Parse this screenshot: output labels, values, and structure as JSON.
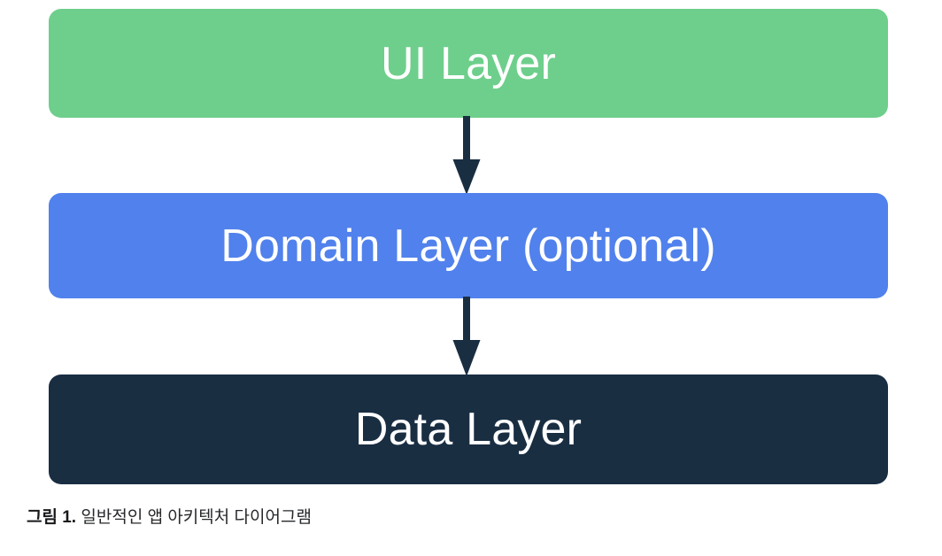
{
  "figure": {
    "background_color": "#ffffff",
    "caption": {
      "number": "그림 1.",
      "text": " 일반적인 앱 아키텍처 다이어그램"
    },
    "layers": [
      {
        "id": "ui-layer",
        "label": "UI Layer",
        "fill_color": "#6ECF8C",
        "text_color": "#ffffff"
      },
      {
        "id": "domain-layer",
        "label": "Domain Layer (optional)",
        "fill_color": "#5181EC",
        "text_color": "#ffffff"
      },
      {
        "id": "data-layer",
        "label": "Data Layer",
        "fill_color": "#1A2E42",
        "text_color": "#ffffff"
      }
    ],
    "arrows": [
      {
        "id": "ui-to-domain",
        "from": "ui-layer",
        "to": "domain-layer",
        "color": "#1A2E42",
        "direction": "down"
      },
      {
        "id": "domain-to-data",
        "from": "domain-layer",
        "to": "data-layer",
        "color": "#1A2E42",
        "direction": "down"
      }
    ]
  }
}
